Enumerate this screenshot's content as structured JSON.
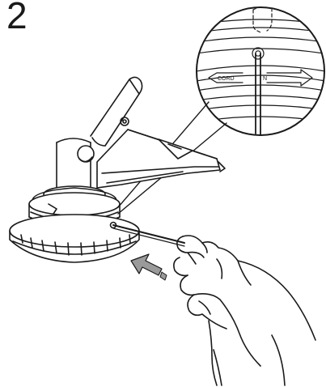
{
  "step_number": "2",
  "callout": {
    "label_cord": "CORD",
    "label_n": "N"
  },
  "colors": {
    "ink": "#1a1a1a",
    "arrow_fill": "#9a9a9a",
    "background": "#ffffff"
  }
}
